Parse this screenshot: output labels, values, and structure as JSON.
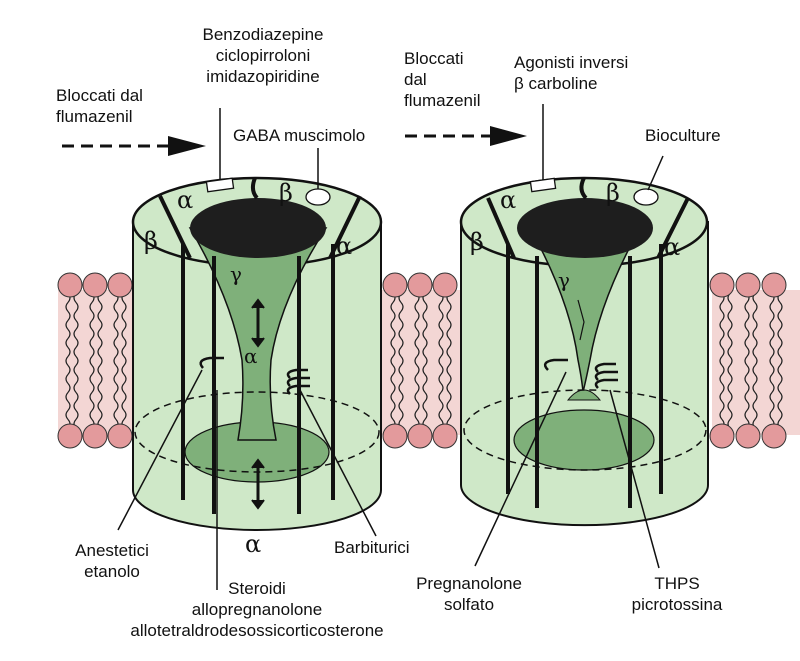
{
  "left_channel": {
    "flumazenil_note": [
      "Bloccati dal",
      "flumazenil"
    ],
    "benzodiazepine_site": [
      "Benzodiazepine",
      "ciclopirroloni",
      "imidazopiridine"
    ],
    "gaba_site": "GABA muscimolo",
    "anesthetics": [
      "Anestetici",
      "etanolo"
    ],
    "steroids": [
      "Steroidi",
      "allopregnanolone",
      "allotetraldrodesossicorticosterone"
    ],
    "barbiturates": "Barbiturici"
  },
  "right_channel": {
    "flumazenil_note": [
      "Bloccati",
      "dal",
      "flumazenil"
    ],
    "inverse_agonists": [
      "Agonisti inversi",
      "β carboline"
    ],
    "bicuculline_site": "Bioculture",
    "pregnanolone": [
      "Pregnanolone",
      "solfato"
    ],
    "thps": [
      "THPS",
      "picrotossina"
    ]
  },
  "subunits": {
    "alpha": "α",
    "beta": "β",
    "gamma": "γ"
  },
  "colors": {
    "cylinder_fill": "#cfe8c8",
    "cylinder_side": "#bfe0b7",
    "inner_cone": "#7fb07a",
    "dark_top": "#1e1e1e",
    "membrane_bg": "#f3d6d4",
    "lipid_head": "#e39a9c",
    "outline": "#111111"
  }
}
